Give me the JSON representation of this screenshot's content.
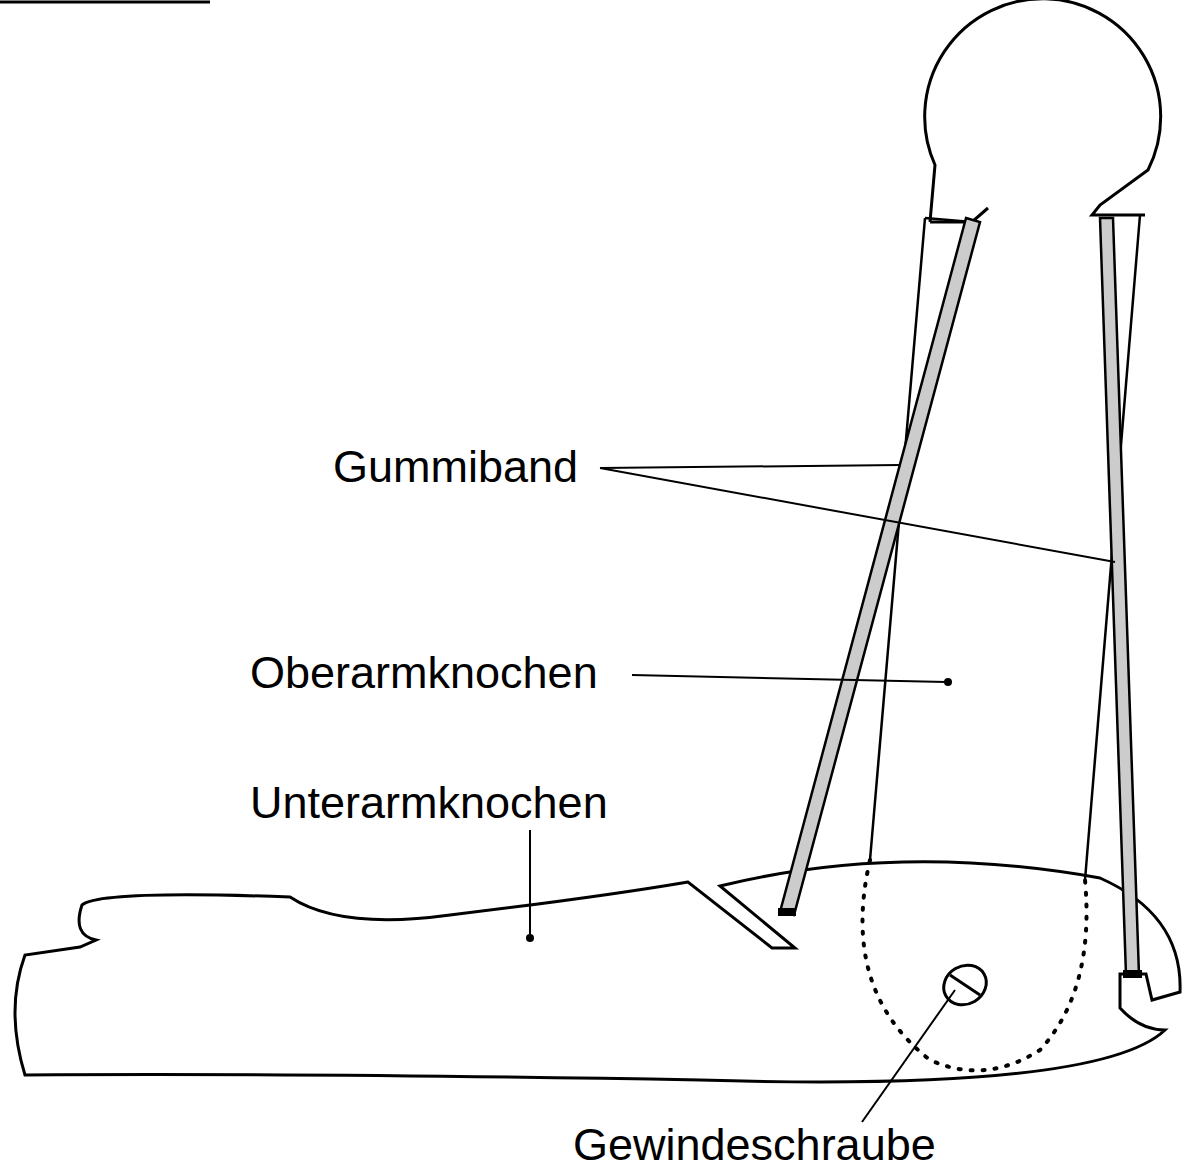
{
  "diagram": {
    "labels": [
      "Gummiband",
      "Oberarmknochen",
      "Unterarmknochen",
      "Gewindeschraube"
    ]
  }
}
